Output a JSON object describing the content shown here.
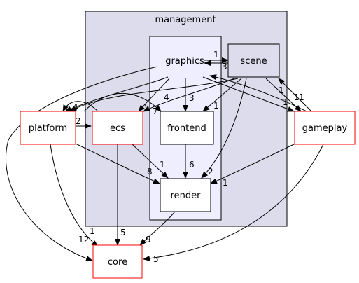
{
  "clusters": {
    "management": {
      "label": "management"
    },
    "graphics": {
      "label": "graphics"
    }
  },
  "nodes": {
    "scene": {
      "label": "scene",
      "stroke": "#000000"
    },
    "frontend": {
      "label": "frontend",
      "stroke": "#000000"
    },
    "render": {
      "label": "render",
      "stroke": "#000000"
    },
    "platform": {
      "label": "platform",
      "stroke": "#ff0000"
    },
    "ecs": {
      "label": "ecs",
      "stroke": "#ff0000"
    },
    "gameplay": {
      "label": "gameplay",
      "stroke": "#ff0000"
    },
    "core": {
      "label": "core",
      "stroke": "#ff0000"
    }
  },
  "edge_labels": {
    "graphics_scene": "1",
    "scene_graphics": "3",
    "graphics_ecs": "5",
    "graphics_frontend": "3",
    "graphics_platform": "4",
    "graphics_gameplay": "1",
    "graphics_core": "12",
    "scene_ecs": "4",
    "scene_platform": "3",
    "scene_frontend": "1",
    "scene_render": "2",
    "scene_gameplay": "1",
    "gameplay_scene": "1",
    "platform_ecs": "2",
    "ecs_platform": "4",
    "ecs_render": "1",
    "ecs_core": "5",
    "ecs_graphics": "7",
    "frontend_render": "6",
    "platform_render": "8",
    "platform_core": "1",
    "gameplay_render": "1",
    "gameplay_core": "5",
    "render_core": "9",
    "gameplay_graphics": "1"
  },
  "colors": {
    "management_fill": "#dcdcec",
    "graphics_fill": "#eeeeff",
    "scene_fill": "#dcdcec",
    "node_fill": "#ffffff",
    "edge": "#000000"
  }
}
